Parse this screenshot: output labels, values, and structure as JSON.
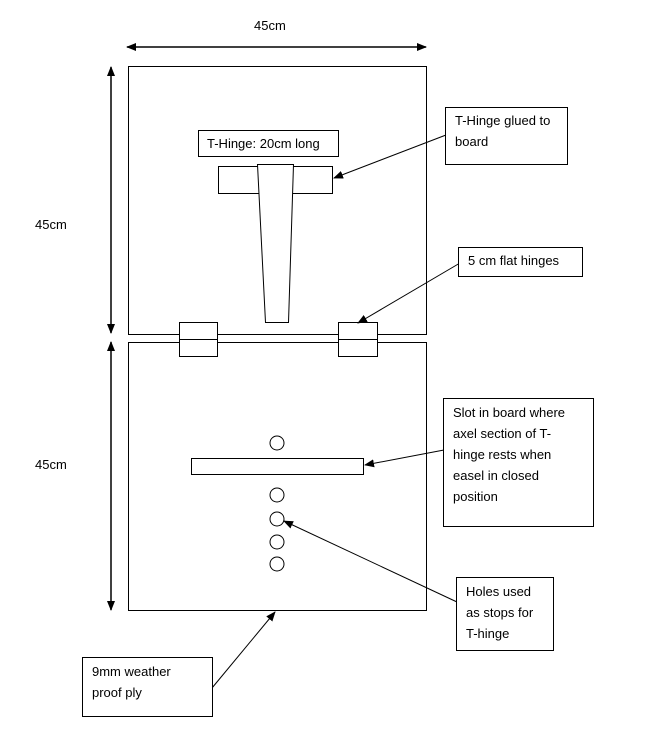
{
  "dimensions": {
    "width_label": "45cm",
    "top_height_label": "45cm",
    "bottom_height_label": "45cm"
  },
  "top_panel": {
    "t_hinge_label": "T-Hinge:  20cm long"
  },
  "callouts": {
    "t_hinge_glued": [
      "T-Hinge glued to",
      "board"
    ],
    "flat_hinges": [
      "5 cm flat hinges"
    ],
    "slot": [
      "Slot in board where",
      "axel section of T-",
      "hinge rests when",
      "easel in closed",
      "position"
    ],
    "holes": [
      "Holes used",
      "as stops for",
      "T-hinge"
    ],
    "ply": [
      "9mm weather",
      "proof ply"
    ]
  },
  "colors": {
    "line": "#000000",
    "background": "#ffffff"
  }
}
